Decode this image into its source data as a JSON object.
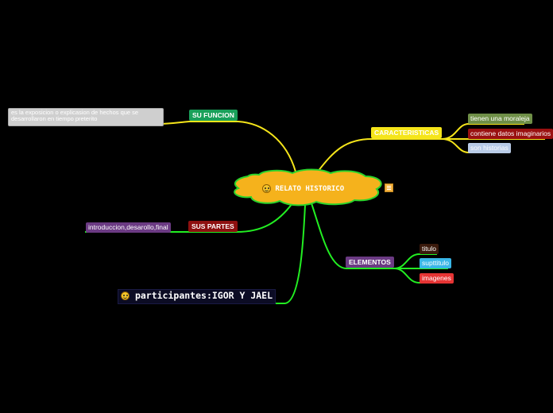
{
  "center": {
    "label": "RELATO HISTORICO",
    "icon": "smiley-icon"
  },
  "branches": {
    "su_funcion": {
      "label": "SU FUNCION",
      "note": "es la exposicion o explicasion de hechos que se desarrollaron en tiempo preterito"
    },
    "caracteristicas": {
      "label": "CARACTERISTICAS",
      "items": [
        "tienen una moraleja",
        "contiene datos imaginarios",
        "son historias"
      ]
    },
    "sus_partes": {
      "label": "SUS PARTES",
      "items": [
        "introduccion,desarollo,final"
      ]
    },
    "elementos": {
      "label": "ELEMENTOS",
      "items": [
        "titulo",
        "supttitulo",
        "imagenes"
      ]
    },
    "participantes": {
      "label": "participantes:IGOR Y JAEL",
      "icon": "smiley-icon"
    }
  },
  "colors": {
    "background": "#000000",
    "yellow_link": "#f5e51a",
    "green_link": "#22ee22",
    "cloud_fill": "#f5b21c",
    "cloud_border": "#2bd42b"
  }
}
